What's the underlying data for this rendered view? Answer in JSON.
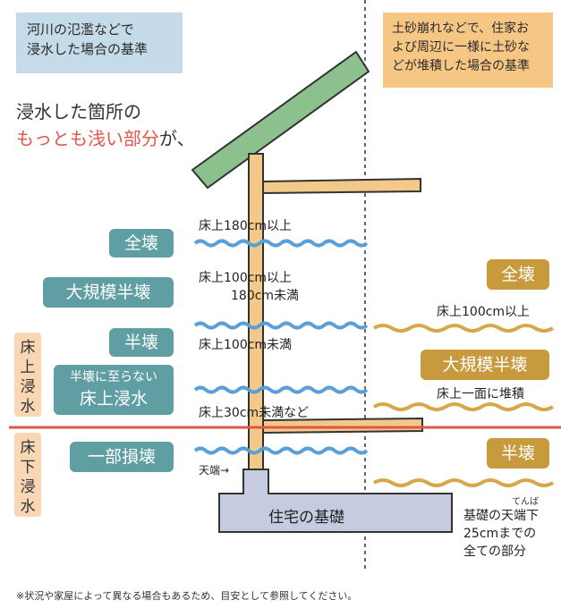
{
  "flood_box": {
    "line1": "河川の氾濫などで",
    "line2": "浸水した場合の基準"
  },
  "sediment_box": {
    "line1": "土砂崩れなどで、住家お",
    "line2": "よび周辺に一様に土砂な",
    "line3": "どが堆積した場合の基準"
  },
  "intro": {
    "line1": "浸水した箇所の",
    "line2_highlight": "もっとも浅い部分",
    "line2_rest": "が、"
  },
  "flood_levels": [
    {
      "tag": "全壊",
      "desc1": "床上180cm以上",
      "desc2": ""
    },
    {
      "tag": "大規模半壊",
      "desc1": "床上100cm以上",
      "desc2": "180cm未満"
    },
    {
      "tag": "半壊",
      "desc1": "床上100cm未満",
      "desc2": ""
    },
    {
      "tag1": "半壊に至らない",
      "tag2": "床上浸水",
      "desc1": "床上30cm未満など"
    },
    {
      "tag": "一部損壊",
      "desc1": "",
      "desc2": ""
    }
  ],
  "side_labels": {
    "above": "床上浸水",
    "below": "床下浸水"
  },
  "sediment_levels": [
    {
      "tag": "全壊",
      "desc": "床上100cm以上"
    },
    {
      "tag": "大規模半壊",
      "desc": "床上一面に堆積"
    },
    {
      "tag": "半壊",
      "ruby": "てんば",
      "desc1": "基礎の天端下",
      "desc2": "25cmまでの",
      "desc3": "全ての部分"
    }
  ],
  "tenba_label": "天端→",
  "foundation_label": "住宅の基礎",
  "footnote": "※状況や家屋によって異なる場合もあるため、目安として参照してください。",
  "colors": {
    "teal": "#5f9ea3",
    "gold": "#c79a3d",
    "wave_blue": "#5aa0d8",
    "wave_gold": "#d9a64a",
    "red_line": "#e0564a",
    "wall": "#f3c98a",
    "roof": "#8cc08c",
    "foundation": "#c5cbe0"
  }
}
